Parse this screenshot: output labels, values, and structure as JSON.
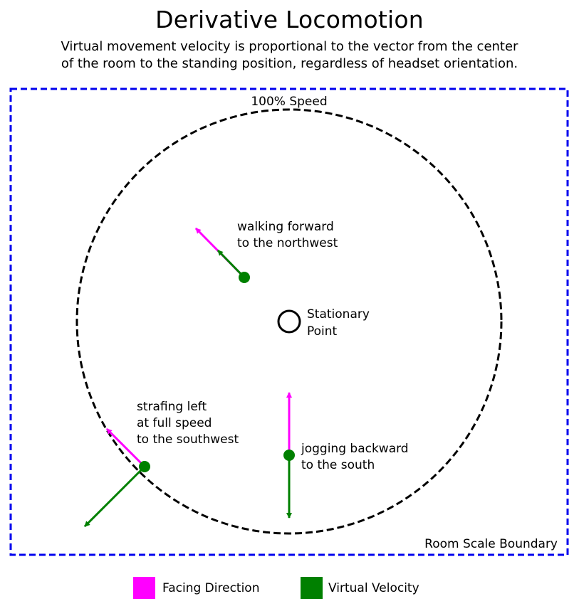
{
  "title": "Derivative Locomotion",
  "subtitle": [
    "Virtual movement velocity is proportional to the vector from the center",
    "of the room to the standing position, regardless of headset orientation."
  ],
  "labels": {
    "speed_circle": "100% Speed",
    "room_boundary": "Room Scale Boundary",
    "center": [
      "Stationary",
      "Point"
    ]
  },
  "examples": [
    {
      "caption": [
        "walking forward",
        "to the northwest"
      ]
    },
    {
      "caption": [
        "jogging backward",
        "to the south"
      ]
    },
    {
      "caption": [
        "strafing left",
        "at full speed",
        "to the southwest"
      ]
    }
  ],
  "legend": [
    {
      "label": "Facing Direction",
      "color": "#ff00ff"
    },
    {
      "label": "Virtual Velocity",
      "color": "#008000"
    }
  ],
  "colors": {
    "facing": "#ff00ff",
    "velocity": "#008000",
    "boundary": "#0000ee",
    "circle": "#000000"
  }
}
